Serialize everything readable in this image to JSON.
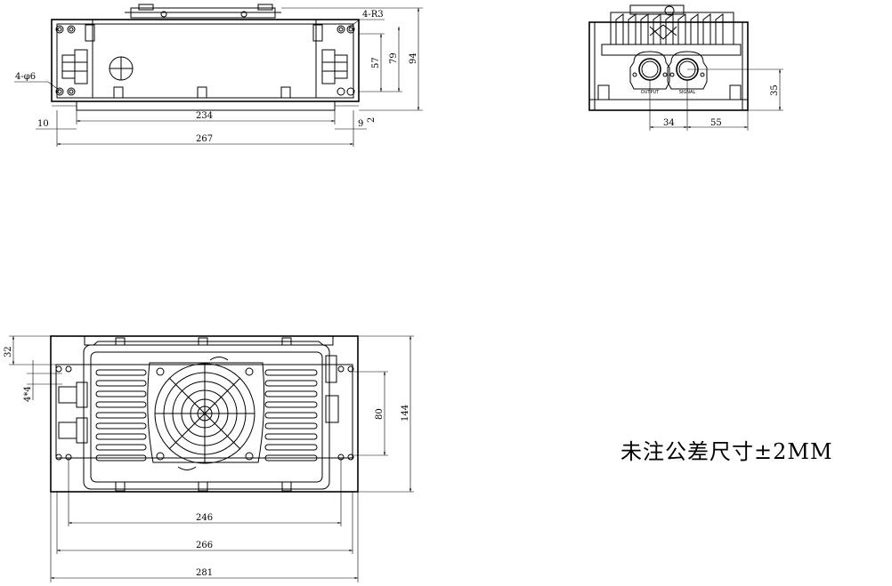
{
  "front_view": {
    "dims": {
      "hole_label": "4-φ6",
      "radius_label": "4-R3",
      "height_57": "57",
      "height_79": "79",
      "height_94": "94",
      "width_234": "234",
      "width_267": "267",
      "offset_10": "10",
      "offset_9": "9",
      "offset_2": "2"
    }
  },
  "side_view": {
    "dims": {
      "spacing_34": "34",
      "spacing_55": "55",
      "height_35": "35"
    },
    "connector_labels": {
      "left": "OUTPUT",
      "right": "SIGNAL"
    }
  },
  "top_view": {
    "dims": {
      "top_32": "32",
      "slot_4x4": "4*4",
      "inner_80": "80",
      "depth_144": "144",
      "width_246": "246",
      "width_266": "266",
      "width_281": "281"
    }
  },
  "note": "未注公差尺寸±2MM"
}
